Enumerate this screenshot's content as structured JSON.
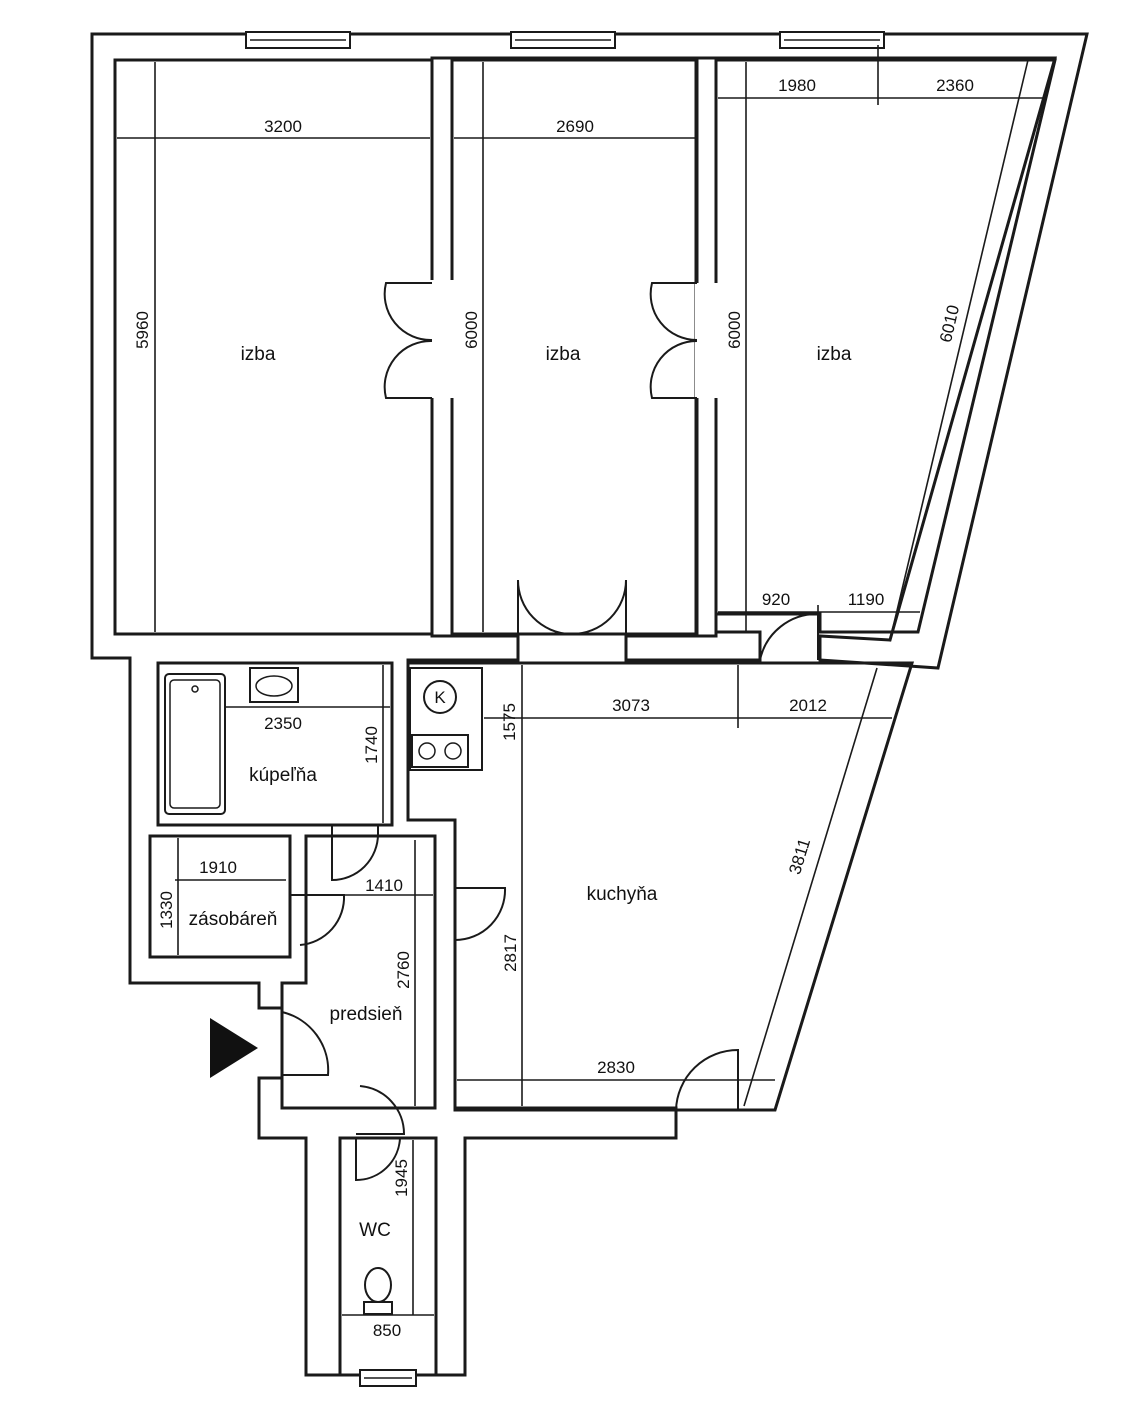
{
  "rooms": {
    "izba1": "izba",
    "izba2": "izba",
    "izba3": "izba",
    "kupelna": "kúpeľňa",
    "zasobaren": "zásobáreň",
    "predsien": "predsieň",
    "kuchyna": "kuchyňa",
    "wc": "WC"
  },
  "dimensions": {
    "izba1_width": "3200",
    "izba1_height": "5960",
    "izba2_width": "2690",
    "izba2_height": "6000",
    "izba3_top_left": "1980",
    "izba3_top_right": "2360",
    "izba3_height": "6000",
    "izba3_diagonal": "6010",
    "izba3_bottom_left": "920",
    "izba3_bottom_right": "1190",
    "kupelna_width": "2350",
    "kupelna_height": "1740",
    "kuchyna_top_left": "3073",
    "kuchyna_top_right": "2012",
    "kuchyna_upper_height": "1575",
    "kuchyna_diagonal": "3811",
    "kuchyna_lower_height": "2817",
    "kuchyna_bottom": "2830",
    "zasobaren_width": "1910",
    "zasobaren_height": "1330",
    "predsien_width": "1410",
    "predsien_height": "2760",
    "wc_height": "1945",
    "wc_width": "850"
  },
  "symbols": {
    "boiler_label": "K",
    "entrance_icon": "entrance-arrow-icon"
  }
}
